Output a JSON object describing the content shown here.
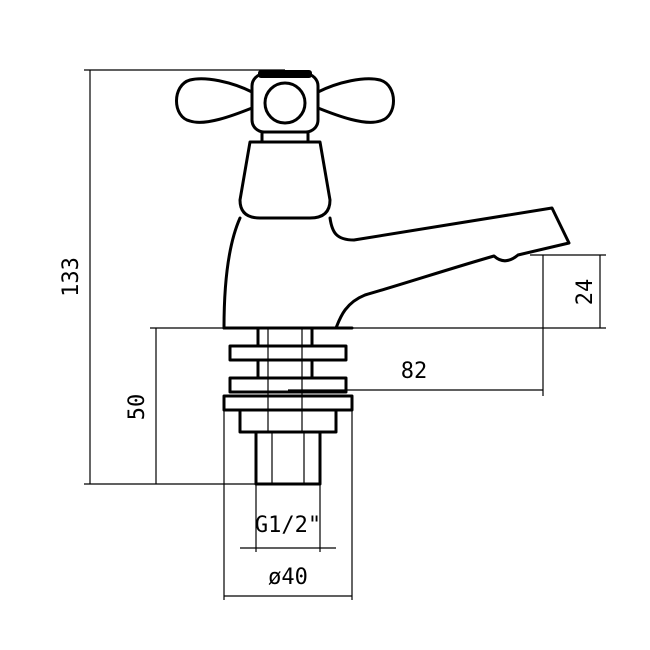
{
  "dimensions": {
    "overall_height": "133",
    "spout_height": "24",
    "spout_reach": "82",
    "shank_length": "50",
    "thread": "G1/2\"",
    "base_diameter": "ø40"
  }
}
